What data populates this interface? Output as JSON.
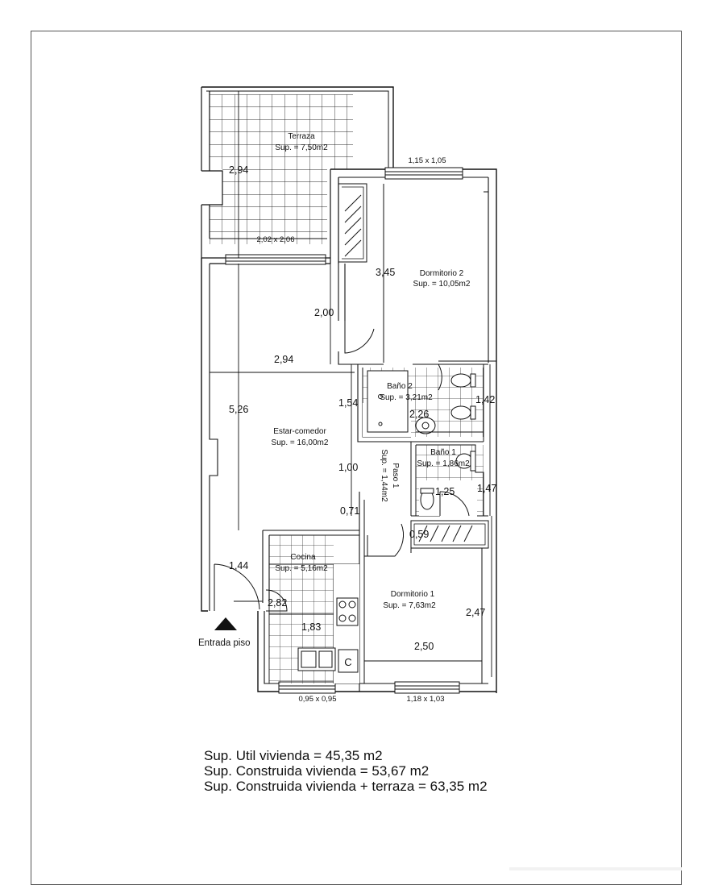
{
  "rooms": {
    "terraza": {
      "name": "Terraza",
      "area": "Sup. = 7,50m2"
    },
    "dormitorio2": {
      "name": "Dormitorio 2",
      "area": "Sup. = 10,05m2"
    },
    "bano2": {
      "name": "Baño 2",
      "area": "Sup. = 3,21m2"
    },
    "estar": {
      "name": "Estar-comedor",
      "area": "Sup. = 16,00m2"
    },
    "paso": {
      "name": "Paso 1",
      "area": "Sup. = 1,44m2"
    },
    "bano1": {
      "name": "Baño 1",
      "area": "Sup. = 1,86m2"
    },
    "cocina": {
      "name": "Cocina",
      "area": "Sup. = 5,16m2"
    },
    "dormitorio1": {
      "name": "Dormitorio 1",
      "area": "Sup. = 7,63m2"
    }
  },
  "dimensions": {
    "terraza_h": "2,94",
    "window_top": "1,15 x 1,05",
    "door_terraza": "2,02 x 2,06",
    "d2_h": "3,45",
    "hall_2_00": "2,00",
    "estar_w": "2,94",
    "estar_h": "5,26",
    "b2_1_54": "1,54",
    "b2_2_26": "2,26",
    "b2_1_42": "1,42",
    "hall_1_00": "1,00",
    "b1_1_25": "1,25",
    "b1_1_47": "1,47",
    "hall_0_71": "0,71",
    "wardrobe_0_59": "0,59",
    "cocina_1_44": "1,44",
    "cocina_2_82": "2,82",
    "cocina_1_83": "1,83",
    "d1_2_47": "2,47",
    "d1_2_50": "2,50",
    "window_cocina": "0,95 x 0,95",
    "window_d1": "1,18 x 1,03"
  },
  "entrance": "Entrada piso",
  "boiler": "C",
  "totals": {
    "util": "Sup. Util vivienda =  45,35 m2",
    "construida": "Sup. Construida vivienda =  53,67 m2",
    "construida_terraza": "Sup. Construida vivienda + terraza =  63,35 m2"
  }
}
